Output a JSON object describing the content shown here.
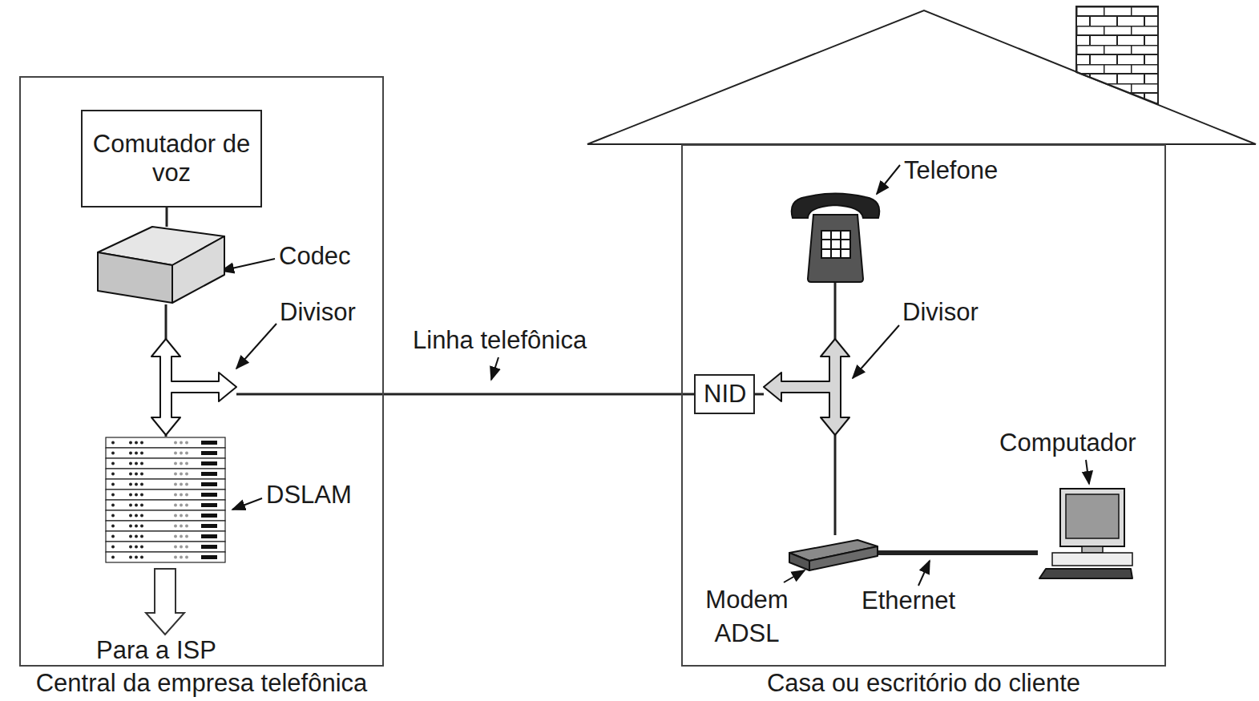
{
  "diagram": {
    "nodes": [
      {
        "text": [
          "Central da empresa telefônica"
        ]
      },
      {
        "text": [
          "Comutador de voz"
        ],
        "in": 0
      },
      {
        "text": [
          "Codec"
        ],
        "in": 0
      },
      {
        "text": [
          "Divisor"
        ],
        "in": 0
      },
      {
        "text": [
          "DSLAM"
        ],
        "in": 0
      },
      {
        "text": [
          "Casa ou escritório do cliente"
        ]
      },
      {
        "text": [
          "NID"
        ],
        "in": 5
      },
      {
        "text": [
          "Divisor"
        ],
        "in": 5
      },
      {
        "text": [
          "Telefone"
        ],
        "in": 5
      },
      {
        "text": [
          "Modem ADSL"
        ],
        "in": 5
      },
      {
        "text": [
          "Computador"
        ],
        "in": 5
      }
    ],
    "edges": [
      {
        "from": 1,
        "to": 2,
        "arrow": "none"
      },
      {
        "from": 2,
        "to": 3,
        "arrow": "none"
      },
      {
        "from": 3,
        "to": 4,
        "arrow": "none"
      },
      {
        "from": 3,
        "to": 6,
        "label": "Linha telefônica",
        "arrow": "none"
      },
      {
        "from": 6,
        "to": 7,
        "arrow": "none"
      },
      {
        "from": 7,
        "to": 8,
        "arrow": "none"
      },
      {
        "from": 7,
        "to": 9,
        "arrow": "none"
      },
      {
        "from": 9,
        "to": 10,
        "label": "Ethernet",
        "arrow": "none"
      }
    ],
    "labels": [
      "Para a ISP"
    ]
  }
}
